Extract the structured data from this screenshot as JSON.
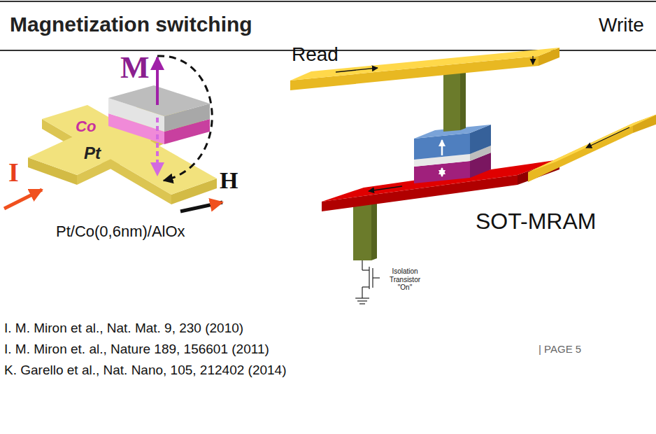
{
  "diagram": {
    "title": "Magnetization switching",
    "labels": [
      "M",
      "Co",
      "I",
      "Pt",
      "H",
      "Pt/Co(0,6nm)/AlOx",
      "Read",
      "Write",
      "SOT-MRAM",
      "Isolation Transistor \"On\"",
      "I. M. Miron et al., Nat. Mat. 9, 230 (2010)",
      "I. M. Miron et. al., Nature 189, 156601 (2011)",
      "K. Garello et al., Nat. Nano, 105, 212402 (2014)",
      "| PAGE 5"
    ]
  }
}
